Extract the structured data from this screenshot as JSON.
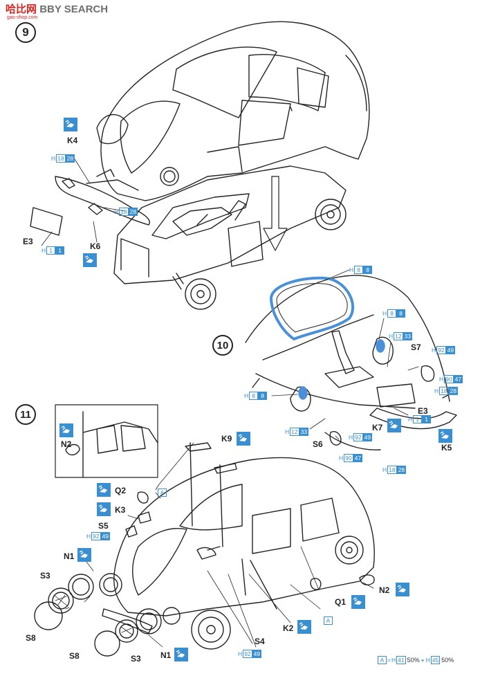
{
  "watermark": {
    "cn": "哈比网",
    "en": "BBY SEARCH",
    "url": "gao-shop.com"
  },
  "steps": [
    {
      "id": "step-9",
      "number": "9"
    },
    {
      "id": "step-10",
      "number": "10"
    },
    {
      "id": "step-11",
      "number": "11"
    }
  ],
  "labels": [
    {
      "id": "K4",
      "text": "K4"
    },
    {
      "id": "E3-a",
      "text": "E3"
    },
    {
      "id": "K6",
      "text": "K6"
    },
    {
      "id": "S7",
      "text": "S7"
    },
    {
      "id": "E3-b",
      "text": "E3"
    },
    {
      "id": "K7",
      "text": "K7"
    },
    {
      "id": "K5",
      "text": "K5"
    },
    {
      "id": "S6",
      "text": "S6"
    },
    {
      "id": "N2-a",
      "text": "N2"
    },
    {
      "id": "K9",
      "text": "K9"
    },
    {
      "id": "Q2",
      "text": "Q2"
    },
    {
      "id": "K3",
      "text": "K3"
    },
    {
      "id": "S5",
      "text": "S5"
    },
    {
      "id": "N1-a",
      "text": "N1"
    },
    {
      "id": "S3-a",
      "text": "S3"
    },
    {
      "id": "S8-a",
      "text": "S8"
    },
    {
      "id": "S8-b",
      "text": "S8"
    },
    {
      "id": "S3-b",
      "text": "S3"
    },
    {
      "id": "N1-b",
      "text": "N1"
    },
    {
      "id": "S4",
      "text": "S4"
    },
    {
      "id": "K2",
      "text": "K2"
    },
    {
      "id": "Q1",
      "text": "Q1"
    },
    {
      "id": "N2-b",
      "text": "N2"
    }
  ],
  "color_refs": [
    {
      "id": "h18-28-a",
      "prefix": "H",
      "a": "18",
      "b": "28"
    },
    {
      "id": "h18-28-b",
      "prefix": "H",
      "a": "18",
      "b": "28"
    },
    {
      "id": "h1-1-a",
      "prefix": "H",
      "a": "1",
      "b": "1"
    },
    {
      "id": "h8-8-a",
      "prefix": "H",
      "a": "8",
      "b": "8"
    },
    {
      "id": "h8-8-b",
      "prefix": "H",
      "a": "8",
      "b": "8"
    },
    {
      "id": "h12-33-a",
      "prefix": "H",
      "a": "12",
      "b": "33"
    },
    {
      "id": "h92-49-a",
      "prefix": "H",
      "a": "92",
      "b": "49"
    },
    {
      "id": "h90-47-a",
      "prefix": "H",
      "a": "90",
      "b": "47"
    },
    {
      "id": "h18-28-c",
      "prefix": "H",
      "a": "18",
      "b": "28"
    },
    {
      "id": "h8-8-c",
      "prefix": "H",
      "a": "8",
      "b": "8"
    },
    {
      "id": "h1-1-b",
      "prefix": "H",
      "a": "1",
      "b": "1"
    },
    {
      "id": "h12-33-b",
      "prefix": "H",
      "a": "12",
      "b": "33"
    },
    {
      "id": "h92-49-b",
      "prefix": "H",
      "a": "92",
      "b": "49"
    },
    {
      "id": "h90-47-b",
      "prefix": "H",
      "a": "90",
      "b": "47"
    },
    {
      "id": "h18-28-d",
      "prefix": "H",
      "a": "18",
      "b": "28"
    },
    {
      "id": "h92-49-c",
      "prefix": "H",
      "a": "92",
      "b": "49"
    },
    {
      "id": "h92-49-d",
      "prefix": "H",
      "a": "92",
      "b": "49"
    }
  ],
  "a_markers": [
    {
      "id": "a-mark-1",
      "text": "A"
    },
    {
      "id": "a-mark-2",
      "text": "A"
    }
  ],
  "legend": {
    "a_box": "A",
    "equals": "=",
    "h1": "H",
    "n1": "41",
    "p1": "50%",
    "plus": "+",
    "h2": "H",
    "n2": "45",
    "p2": "50%"
  },
  "colors": {
    "accent": "#3a8fd0",
    "ink": "#222222",
    "windshield_seal": "#4a90d9",
    "logo_red": "#d8231f"
  },
  "icons": [
    "cement-glue-icon"
  ]
}
